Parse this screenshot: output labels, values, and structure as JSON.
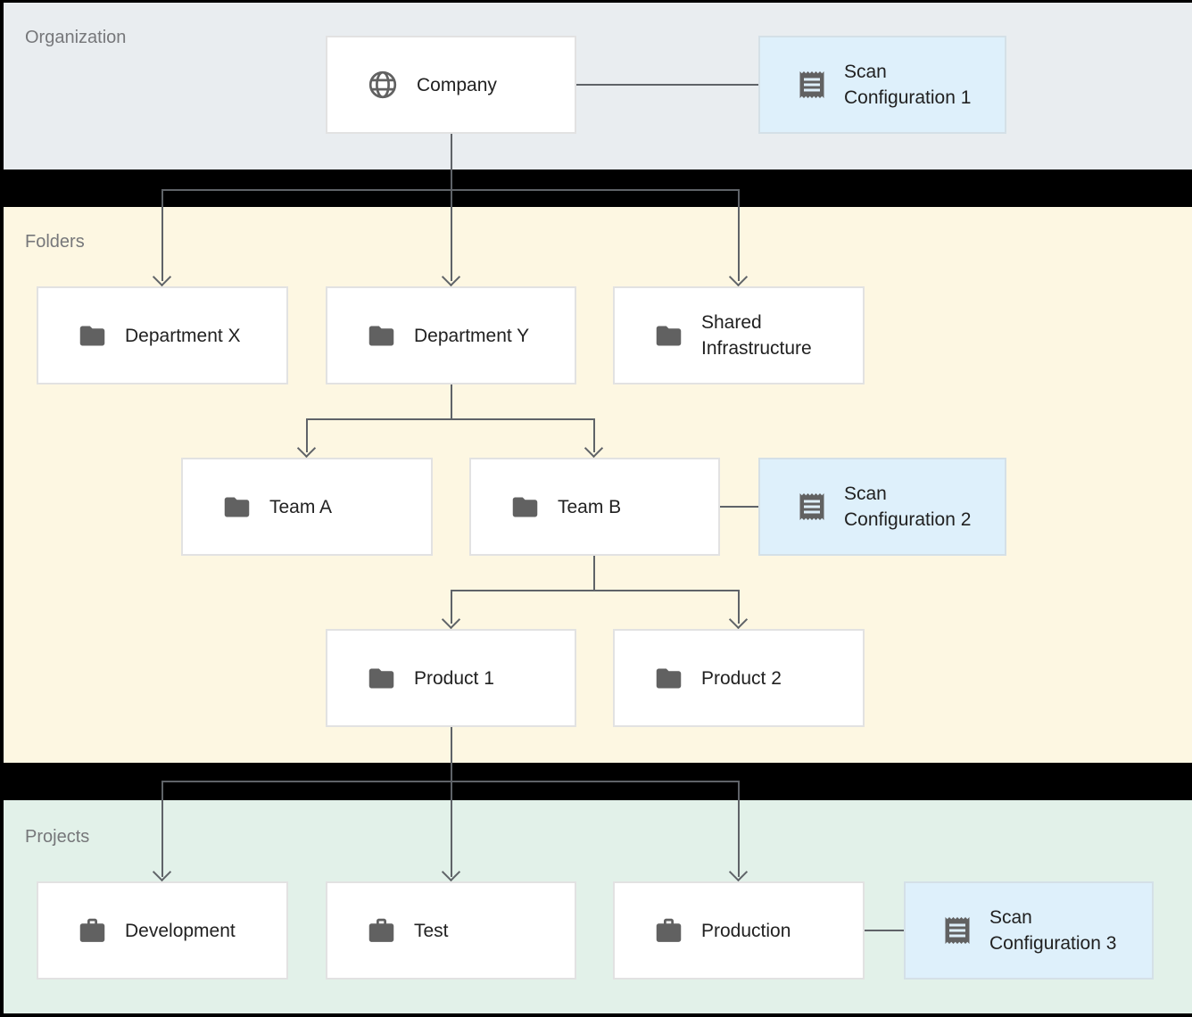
{
  "sections": {
    "organization": {
      "label": "Organization"
    },
    "folders": {
      "label": "Folders"
    },
    "projects": {
      "label": "Projects"
    }
  },
  "nodes": {
    "company": {
      "label": "Company",
      "icon": "globe-icon"
    },
    "scan_config_1": {
      "label": "Scan Configuration 1",
      "icon": "receipt-icon"
    },
    "department_x": {
      "label": "Department X",
      "icon": "folder-icon"
    },
    "department_y": {
      "label": "Department Y",
      "icon": "folder-icon"
    },
    "shared_infrastructure": {
      "label": "Shared Infrastructure",
      "icon": "folder-icon"
    },
    "team_a": {
      "label": "Team A",
      "icon": "folder-icon"
    },
    "team_b": {
      "label": "Team B",
      "icon": "folder-icon"
    },
    "scan_config_2": {
      "label": "Scan Configuration 2",
      "icon": "receipt-icon"
    },
    "product_1": {
      "label": "Product 1",
      "icon": "folder-icon"
    },
    "product_2": {
      "label": "Product 2",
      "icon": "folder-icon"
    },
    "development": {
      "label": "Development",
      "icon": "briefcase-icon"
    },
    "test": {
      "label": "Test",
      "icon": "briefcase-icon"
    },
    "production": {
      "label": "Production",
      "icon": "briefcase-icon"
    },
    "scan_config_3": {
      "label": "Scan Configuration 3",
      "icon": "receipt-icon"
    }
  },
  "colors": {
    "background": "#000000",
    "organization_bg": "#e9edf0",
    "folders_bg": "#fdf7e2",
    "projects_bg": "#e2f1e9",
    "node_bg": "#ffffff",
    "node_border": "#e2e2e2",
    "scan_bg": "#def0fb",
    "scan_border": "#d4e0e7",
    "connector": "#5f6368",
    "icon": "#616161",
    "text": "#212121",
    "section_label": "#76777a"
  }
}
